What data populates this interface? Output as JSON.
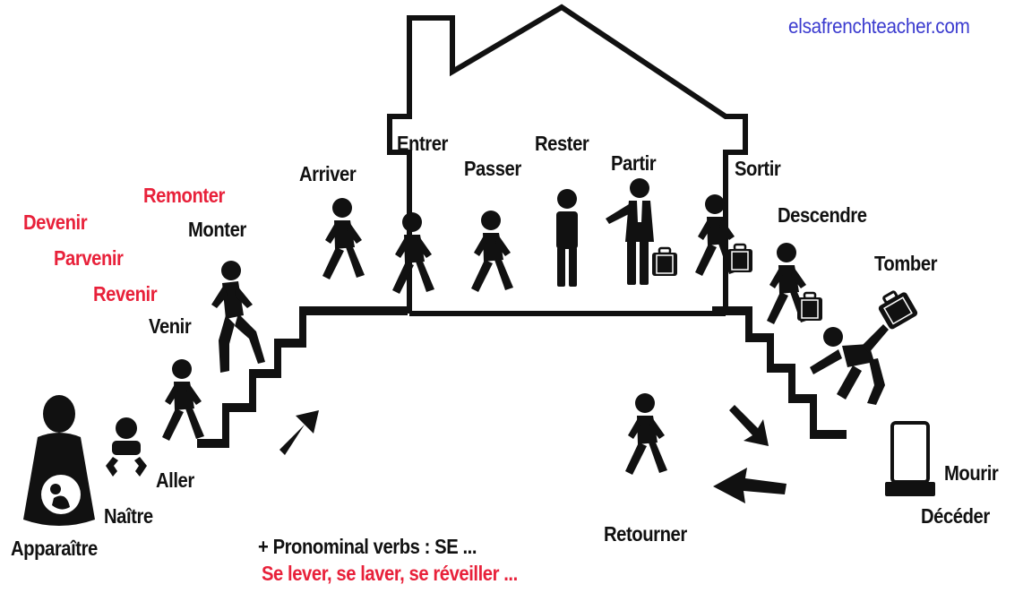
{
  "site": "elsafrenchteacher.com",
  "colors": {
    "ink": "#111111",
    "accent": "#e8213a",
    "site": "#3b3bcf"
  },
  "verbs": {
    "apparaitre": "Apparaître",
    "naitre": "Naître",
    "aller": "Aller",
    "venir": "Venir",
    "revenir": "Revenir",
    "parvenir": "Parvenir",
    "devenir": "Devenir",
    "monter": "Monter",
    "remonter": "Remonter",
    "arriver": "Arriver",
    "entrer": "Entrer",
    "passer": "Passer",
    "rester": "Rester",
    "partir": "Partir",
    "sortir": "Sortir",
    "descendre": "Descendre",
    "tomber": "Tomber",
    "mourir": "Mourir",
    "deceder": "Décéder",
    "retourner": "Retourner"
  },
  "note": {
    "line1": "+ Pronominal verbs : SE ...",
    "line2": "Se lever, se laver, se réveiller ..."
  },
  "icons": [
    "pregnant-woman-icon",
    "baby-icon",
    "walking-person-icon",
    "climbing-person-icon",
    "standing-person-icon",
    "businessman-icon",
    "suitcase-icon",
    "falling-person-icon",
    "tombstone-icon",
    "arrow-icon",
    "house-outline-icon",
    "stairs-icon"
  ]
}
